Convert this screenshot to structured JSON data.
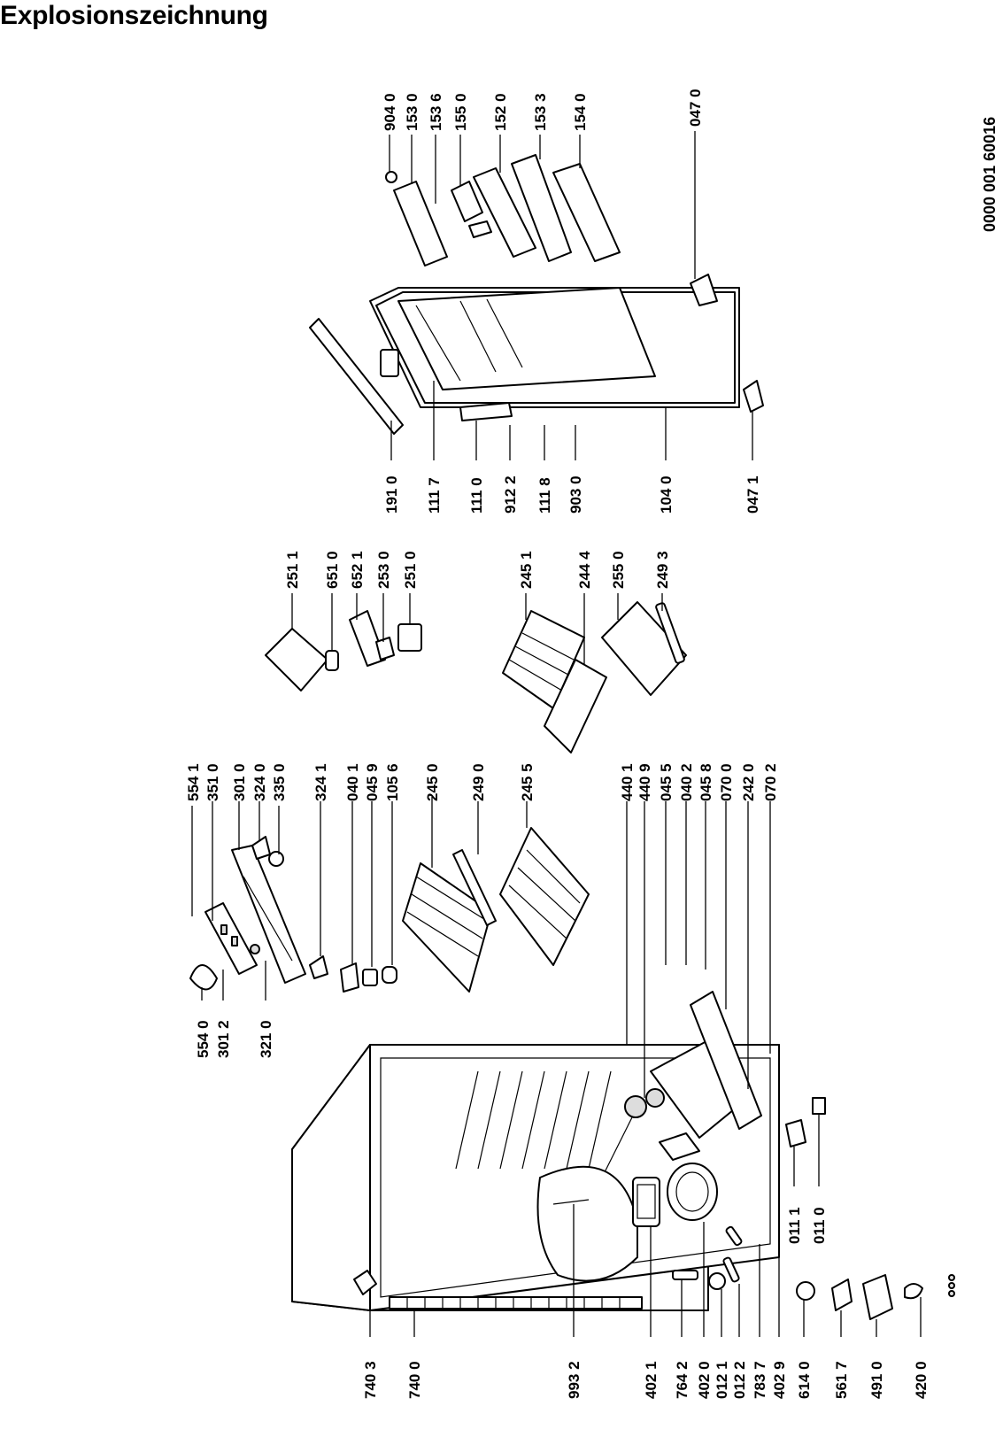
{
  "title": "Explosionszeichnung",
  "document_number": "0000 001 60016",
  "part_labels": [
    {
      "id": "554_1",
      "text": "554 1"
    },
    {
      "id": "351_0",
      "text": "351 0"
    },
    {
      "id": "301_0",
      "text": "301 0"
    },
    {
      "id": "324_0",
      "text": "324 0"
    },
    {
      "id": "335_0",
      "text": "335 0"
    },
    {
      "id": "324_1",
      "text": "324 1"
    },
    {
      "id": "040_1",
      "text": "040 1"
    },
    {
      "id": "045_9",
      "text": "045 9"
    },
    {
      "id": "105_6",
      "text": "105 6"
    },
    {
      "id": "245_0",
      "text": "245 0"
    },
    {
      "id": "249_0",
      "text": "249 0"
    },
    {
      "id": "245_5",
      "text": "245 5"
    },
    {
      "id": "440_1",
      "text": "440 1"
    },
    {
      "id": "440_9",
      "text": "440 9"
    },
    {
      "id": "045_5",
      "text": "045 5"
    },
    {
      "id": "040_2",
      "text": "040 2"
    },
    {
      "id": "045_8",
      "text": "045 8"
    },
    {
      "id": "070_0",
      "text": "070 0"
    },
    {
      "id": "242_0",
      "text": "242 0"
    },
    {
      "id": "070_2",
      "text": "070 2"
    },
    {
      "id": "554_0",
      "text": "554 0"
    },
    {
      "id": "301_2",
      "text": "301 2"
    },
    {
      "id": "321_0",
      "text": "321 0"
    },
    {
      "id": "251_1",
      "text": "251 1"
    },
    {
      "id": "651_0",
      "text": "651 0"
    },
    {
      "id": "652_1",
      "text": "652 1"
    },
    {
      "id": "253_0",
      "text": "253 0"
    },
    {
      "id": "251_0",
      "text": "251 0"
    },
    {
      "id": "245_1",
      "text": "245 1"
    },
    {
      "id": "244_4",
      "text": "244 4"
    },
    {
      "id": "255_0",
      "text": "255 0"
    },
    {
      "id": "249_3",
      "text": "249 3"
    },
    {
      "id": "904_0",
      "text": "904 0"
    },
    {
      "id": "153_0",
      "text": "153 0"
    },
    {
      "id": "153_6",
      "text": "153 6"
    },
    {
      "id": "155_0",
      "text": "155 0"
    },
    {
      "id": "152_0",
      "text": "152 0"
    },
    {
      "id": "153_3",
      "text": "153 3"
    },
    {
      "id": "154_0",
      "text": "154 0"
    },
    {
      "id": "047_0",
      "text": "047 0"
    },
    {
      "id": "191_0",
      "text": "191 0"
    },
    {
      "id": "111_7",
      "text": "111 7"
    },
    {
      "id": "111_0",
      "text": "111 0"
    },
    {
      "id": "912_2",
      "text": "912 2"
    },
    {
      "id": "111_8",
      "text": "111 8"
    },
    {
      "id": "903_0",
      "text": "903 0"
    },
    {
      "id": "104_0",
      "text": "104 0"
    },
    {
      "id": "047_1",
      "text": "047 1"
    },
    {
      "id": "011_1",
      "text": "011 1"
    },
    {
      "id": "011_0",
      "text": "011 0"
    },
    {
      "id": "740_3",
      "text": "740 3"
    },
    {
      "id": "740_0",
      "text": "740 0"
    },
    {
      "id": "993_2",
      "text": "993 2"
    },
    {
      "id": "402_1",
      "text": "402 1"
    },
    {
      "id": "764_2",
      "text": "764 2"
    },
    {
      "id": "402_0",
      "text": "402 0"
    },
    {
      "id": "012_1",
      "text": "012 1"
    },
    {
      "id": "012_2",
      "text": "012 2"
    },
    {
      "id": "783_7",
      "text": "783 7"
    },
    {
      "id": "402_9",
      "text": "402 9"
    },
    {
      "id": "614_0",
      "text": "614 0"
    },
    {
      "id": "561_7",
      "text": "561 7"
    },
    {
      "id": "491_0",
      "text": "491 0"
    },
    {
      "id": "420_0",
      "text": "420 0"
    }
  ]
}
